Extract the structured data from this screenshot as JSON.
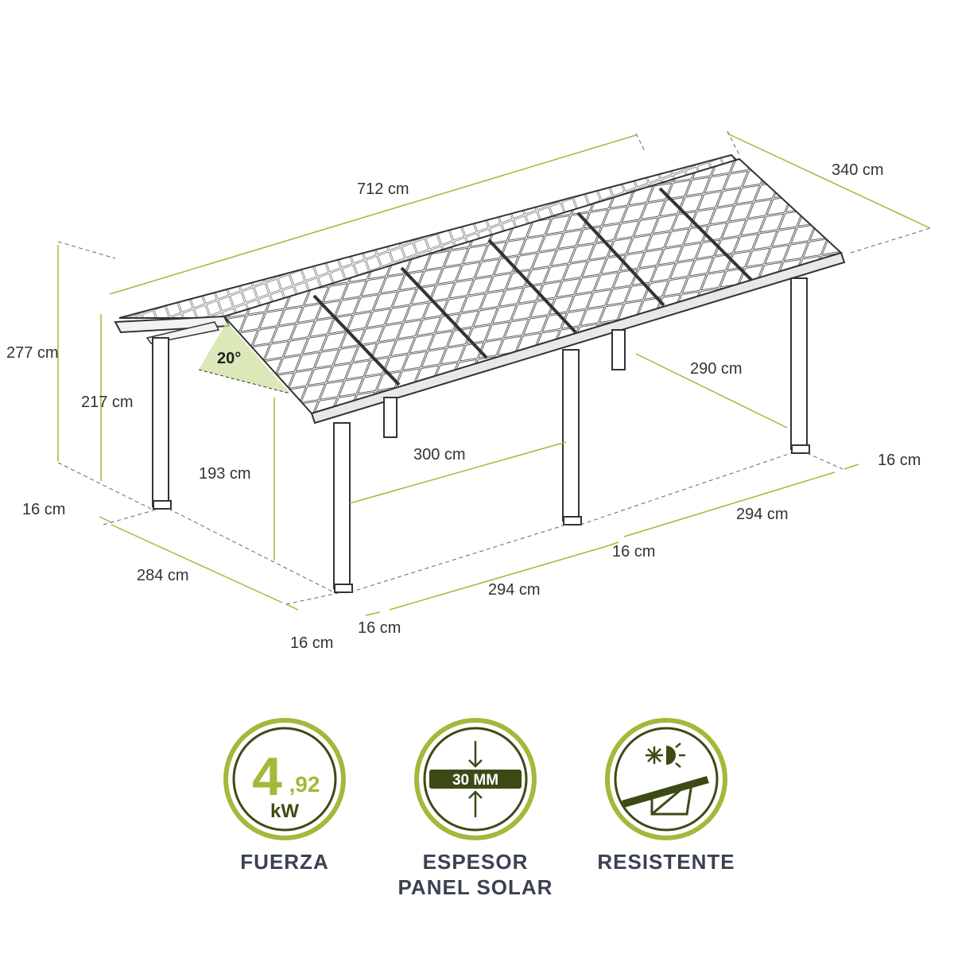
{
  "colors": {
    "accent": "#a4b83a",
    "accent_dark": "#3c4a16",
    "line": "#444444",
    "label": "#3a4150"
  },
  "dimensions": {
    "overall_length": "712 cm",
    "overall_width": "340 cm",
    "total_height": "277 cm",
    "eave_height_high": "217 cm",
    "eave_height_low": "193 cm",
    "roof_angle": "20°",
    "front_span": "300 cm",
    "back_span": "290 cm",
    "side_depth": "284 cm",
    "post_gap_left_top": "16 cm",
    "post_gap_left_bottom": "16 cm",
    "post_gap_front_left": "16 cm",
    "post_gap_front_mid": "16 cm",
    "post_gap_right": "16 cm",
    "bay_front_1": "294 cm",
    "bay_front_2": "294 cm"
  },
  "features": [
    {
      "icon": "power-icon",
      "big": "4",
      "small": ",92",
      "unit": "kW",
      "label": "FUERZA"
    },
    {
      "icon": "thickness-icon",
      "tag": "30 MM",
      "label_line1": "ESPESOR",
      "label_line2": "PANEL SOLAR"
    },
    {
      "icon": "weather-resistant-icon",
      "label": "RESISTENTE"
    }
  ]
}
